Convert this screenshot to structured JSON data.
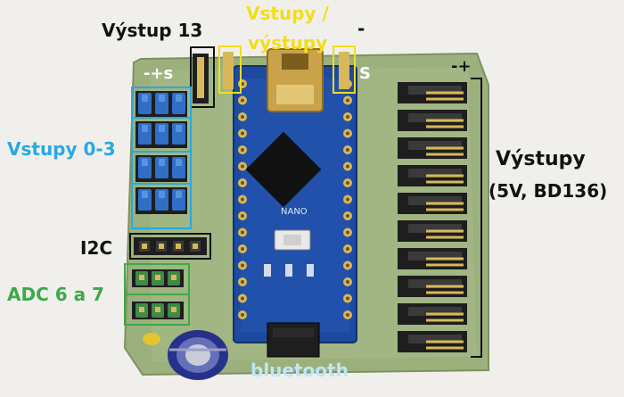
{
  "labels": {
    "vystup13": "Výstup 13",
    "vstupy_vystupy_line1": "Vstupy  /",
    "vstupy_vystupy_line2": "výstupy",
    "vstupy03": "Vstupy 0-3",
    "i2c": "I2C",
    "adc": "ADC 6 a 7",
    "vystupy_line1": "Výstupy",
    "vystupy_line2": "(5V, BD136)",
    "bluetooth": "bluetooth",
    "minus_plus_s_left": "-+s",
    "s_right": "S",
    "minus_plus_right": "-+",
    "minus_top": "-"
  },
  "board_silkscreen": {
    "nano": "NANO"
  },
  "colors": {
    "background": "#f1efec",
    "pcb_green": "#9bb07c",
    "arduino_blue": "#1d4aa0",
    "label_black": "#111111",
    "label_yellow": "#f2de16",
    "label_cyan": "#27a9e1",
    "label_green": "#3aaa4a",
    "label_lightblue": "#bfe6f5",
    "label_red": "#e02020",
    "jumper_blue": "#2f6fc8",
    "header_black": "#1e1e1e",
    "pin_gold": "#d8b85a"
  }
}
